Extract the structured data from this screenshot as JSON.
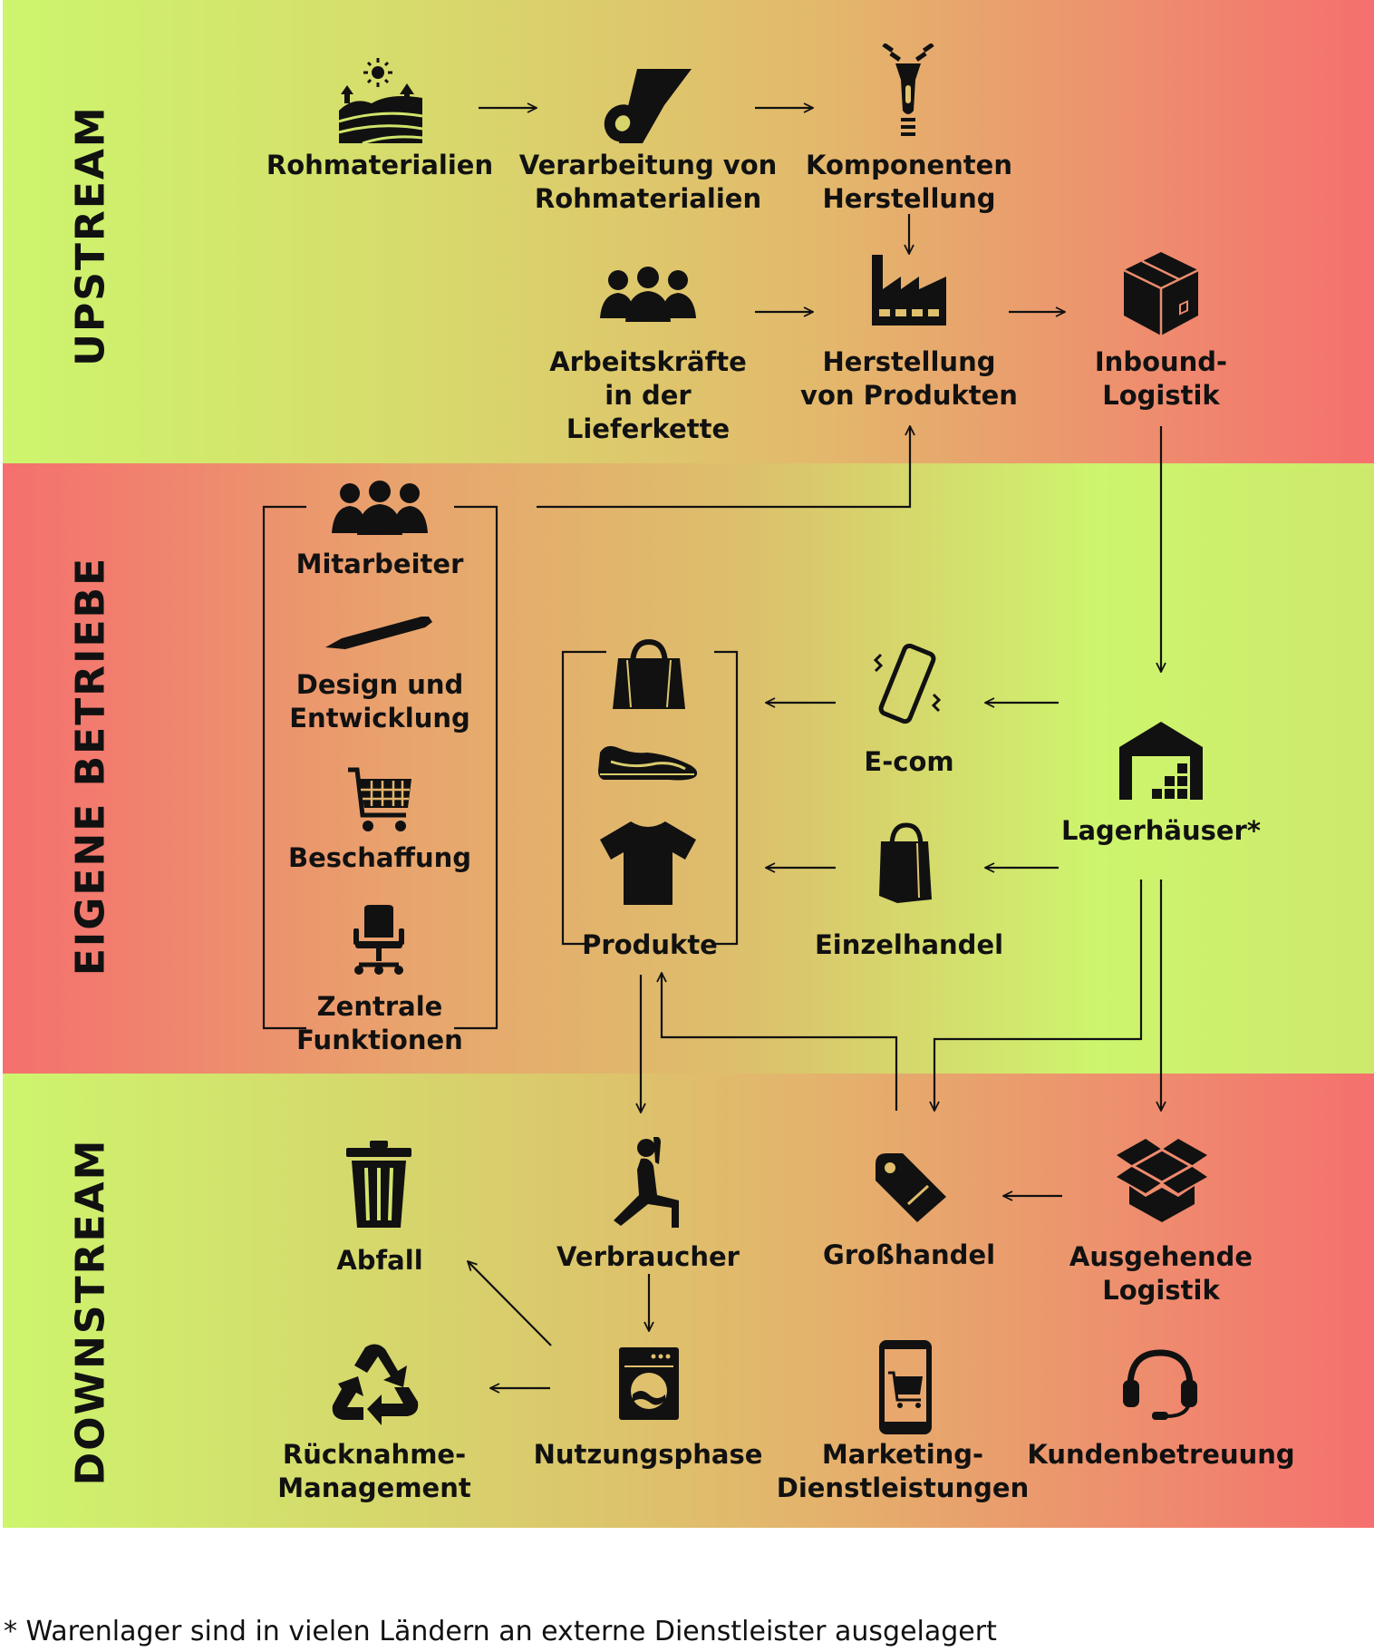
{
  "sections": {
    "upstream": "UPSTREAM",
    "own_operations": "EIGENE BETRIEBE",
    "downstream": "DOWNSTREAM"
  },
  "nodes": {
    "rohmaterialien": "Rohmaterialien",
    "verarbeitung": "Verarbeitung von\nRohmaterialien",
    "komponenten": "Komponenten\nHerstellung",
    "arbeitskraefte": "Arbeitskräfte\nin der\nLieferkette",
    "herstellung": "Herstellung\nvon Produkten",
    "inbound": "Inbound-Logistik",
    "mitarbeiter": "Mitarbeiter",
    "design": "Design und\nEntwicklung",
    "beschaffung": "Beschaffung",
    "zentrale": "Zentrale\nFunktionen",
    "produkte": "Produkte",
    "ecom": "E-com",
    "einzelhandel": "Einzelhandel",
    "lagerhaeuser": "Lagerhäuser*",
    "abfall": "Abfall",
    "verbraucher": "Verbraucher",
    "grosshandel": "Großhandel",
    "ausgehende": "Ausgehende\nLogistik",
    "ruecknahme": "Rücknahme-\nManagement",
    "nutzungsphase": "Nutzungsphase",
    "marketing": "Marketing-\nDienstleistungen",
    "kundenbetreuung": "Kundenbetreuung"
  },
  "footnote": "* Warenlager sind in vielen Ländern an externe Dienstleister ausgelagert",
  "colors": {
    "green": "#cdf56d",
    "red": "#f56f6e",
    "orange": "#e8a56d",
    "ink": "#111111"
  },
  "icons": [
    "field-sun-icon",
    "fabric-roll-icon",
    "zipper-icon",
    "people-group-icon",
    "factory-icon",
    "box-icon",
    "team-icon",
    "pencil-icon",
    "shopping-cart-icon",
    "office-chair-icon",
    "handbag-icon",
    "sneaker-icon",
    "tshirt-icon",
    "smartphone-icon",
    "shopping-bag-icon",
    "warehouse-icon",
    "trash-bin-icon",
    "yoga-person-icon",
    "price-tag-icon",
    "open-box-icon",
    "recycle-icon",
    "washing-machine-icon",
    "mobile-shop-icon",
    "headset-icon"
  ]
}
